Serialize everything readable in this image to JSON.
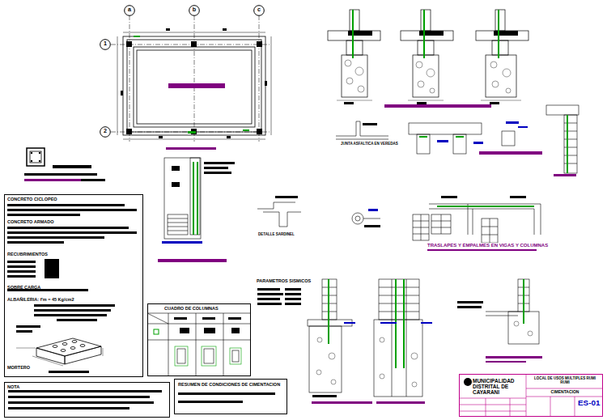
{
  "diagram": {
    "nodes": [
      {
        "text": [
          "a"
        ]
      },
      {
        "text": [
          "b"
        ]
      },
      {
        "text": [
          "c"
        ]
      },
      {
        "text": [
          "1"
        ]
      },
      {
        "text": [
          "2"
        ]
      },
      {
        "text": [
          "CONCRETO CICLOPEO",
          "CONCRETO ARMADO",
          "RECUBRIMIENTOS",
          "SOBRE CARGA",
          "ALBAÑILERIA: f'm = 45 Kg/cm2",
          "MORTERO"
        ]
      },
      {
        "text": [
          "CUADRO DE COLUMNAS"
        ]
      },
      {
        "text": [
          "NOTA"
        ]
      },
      {
        "text": [
          "RESUMEN DE CONDICIONES DE CIMENTACION"
        ]
      },
      {
        "text": [
          "MUNICIPALIDAD DISTRITAL DE CAYARANI",
          "LOCAL DE USOS MULTIPLES RUMI RUMI",
          "CIMENTACION",
          "ES-01"
        ]
      }
    ],
    "labels": [
      "JUNTA ASFALTICA EN VEREDAS",
      "DETALLE SARDINEL",
      "TRASLAPES Y EMPALMES EN VIGAS Y COLUMNAS",
      "PARAMETROS SISMICOS"
    ]
  }
}
